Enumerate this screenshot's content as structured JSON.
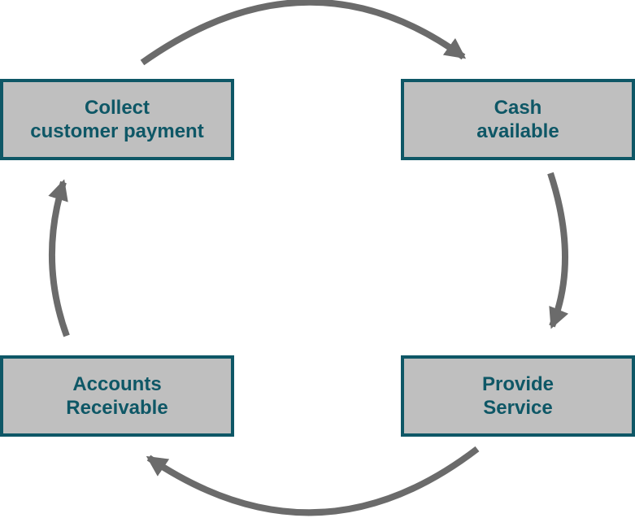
{
  "diagram": {
    "type": "cycle",
    "colors": {
      "box_fill": "#bfbfbf",
      "box_border": "#0e5766",
      "box_text": "#0e5766",
      "arrow": "#6b6b6b",
      "background": "#ffffff"
    },
    "nodes": [
      {
        "id": "collect-customer-payment",
        "lines": [
          "Collect",
          "customer payment"
        ],
        "position": "top-left"
      },
      {
        "id": "cash-available",
        "lines": [
          "Cash",
          "available"
        ],
        "position": "top-right"
      },
      {
        "id": "provide-service",
        "lines": [
          "Provide",
          "Service"
        ],
        "position": "bottom-right"
      },
      {
        "id": "accounts-receivable",
        "lines": [
          "Accounts",
          "Receivable"
        ],
        "position": "bottom-left"
      }
    ],
    "arrows": [
      {
        "id": "arrow-top",
        "icon": "curved-arrow-icon",
        "from": "collect-customer-payment",
        "to": "cash-available"
      },
      {
        "id": "arrow-right",
        "icon": "curved-arrow-icon",
        "from": "cash-available",
        "to": "provide-service"
      },
      {
        "id": "arrow-bottom",
        "icon": "curved-arrow-icon",
        "from": "provide-service",
        "to": "accounts-receivable"
      },
      {
        "id": "arrow-left",
        "icon": "curved-arrow-icon",
        "from": "accounts-receivable",
        "to": "collect-customer-payment"
      }
    ]
  }
}
